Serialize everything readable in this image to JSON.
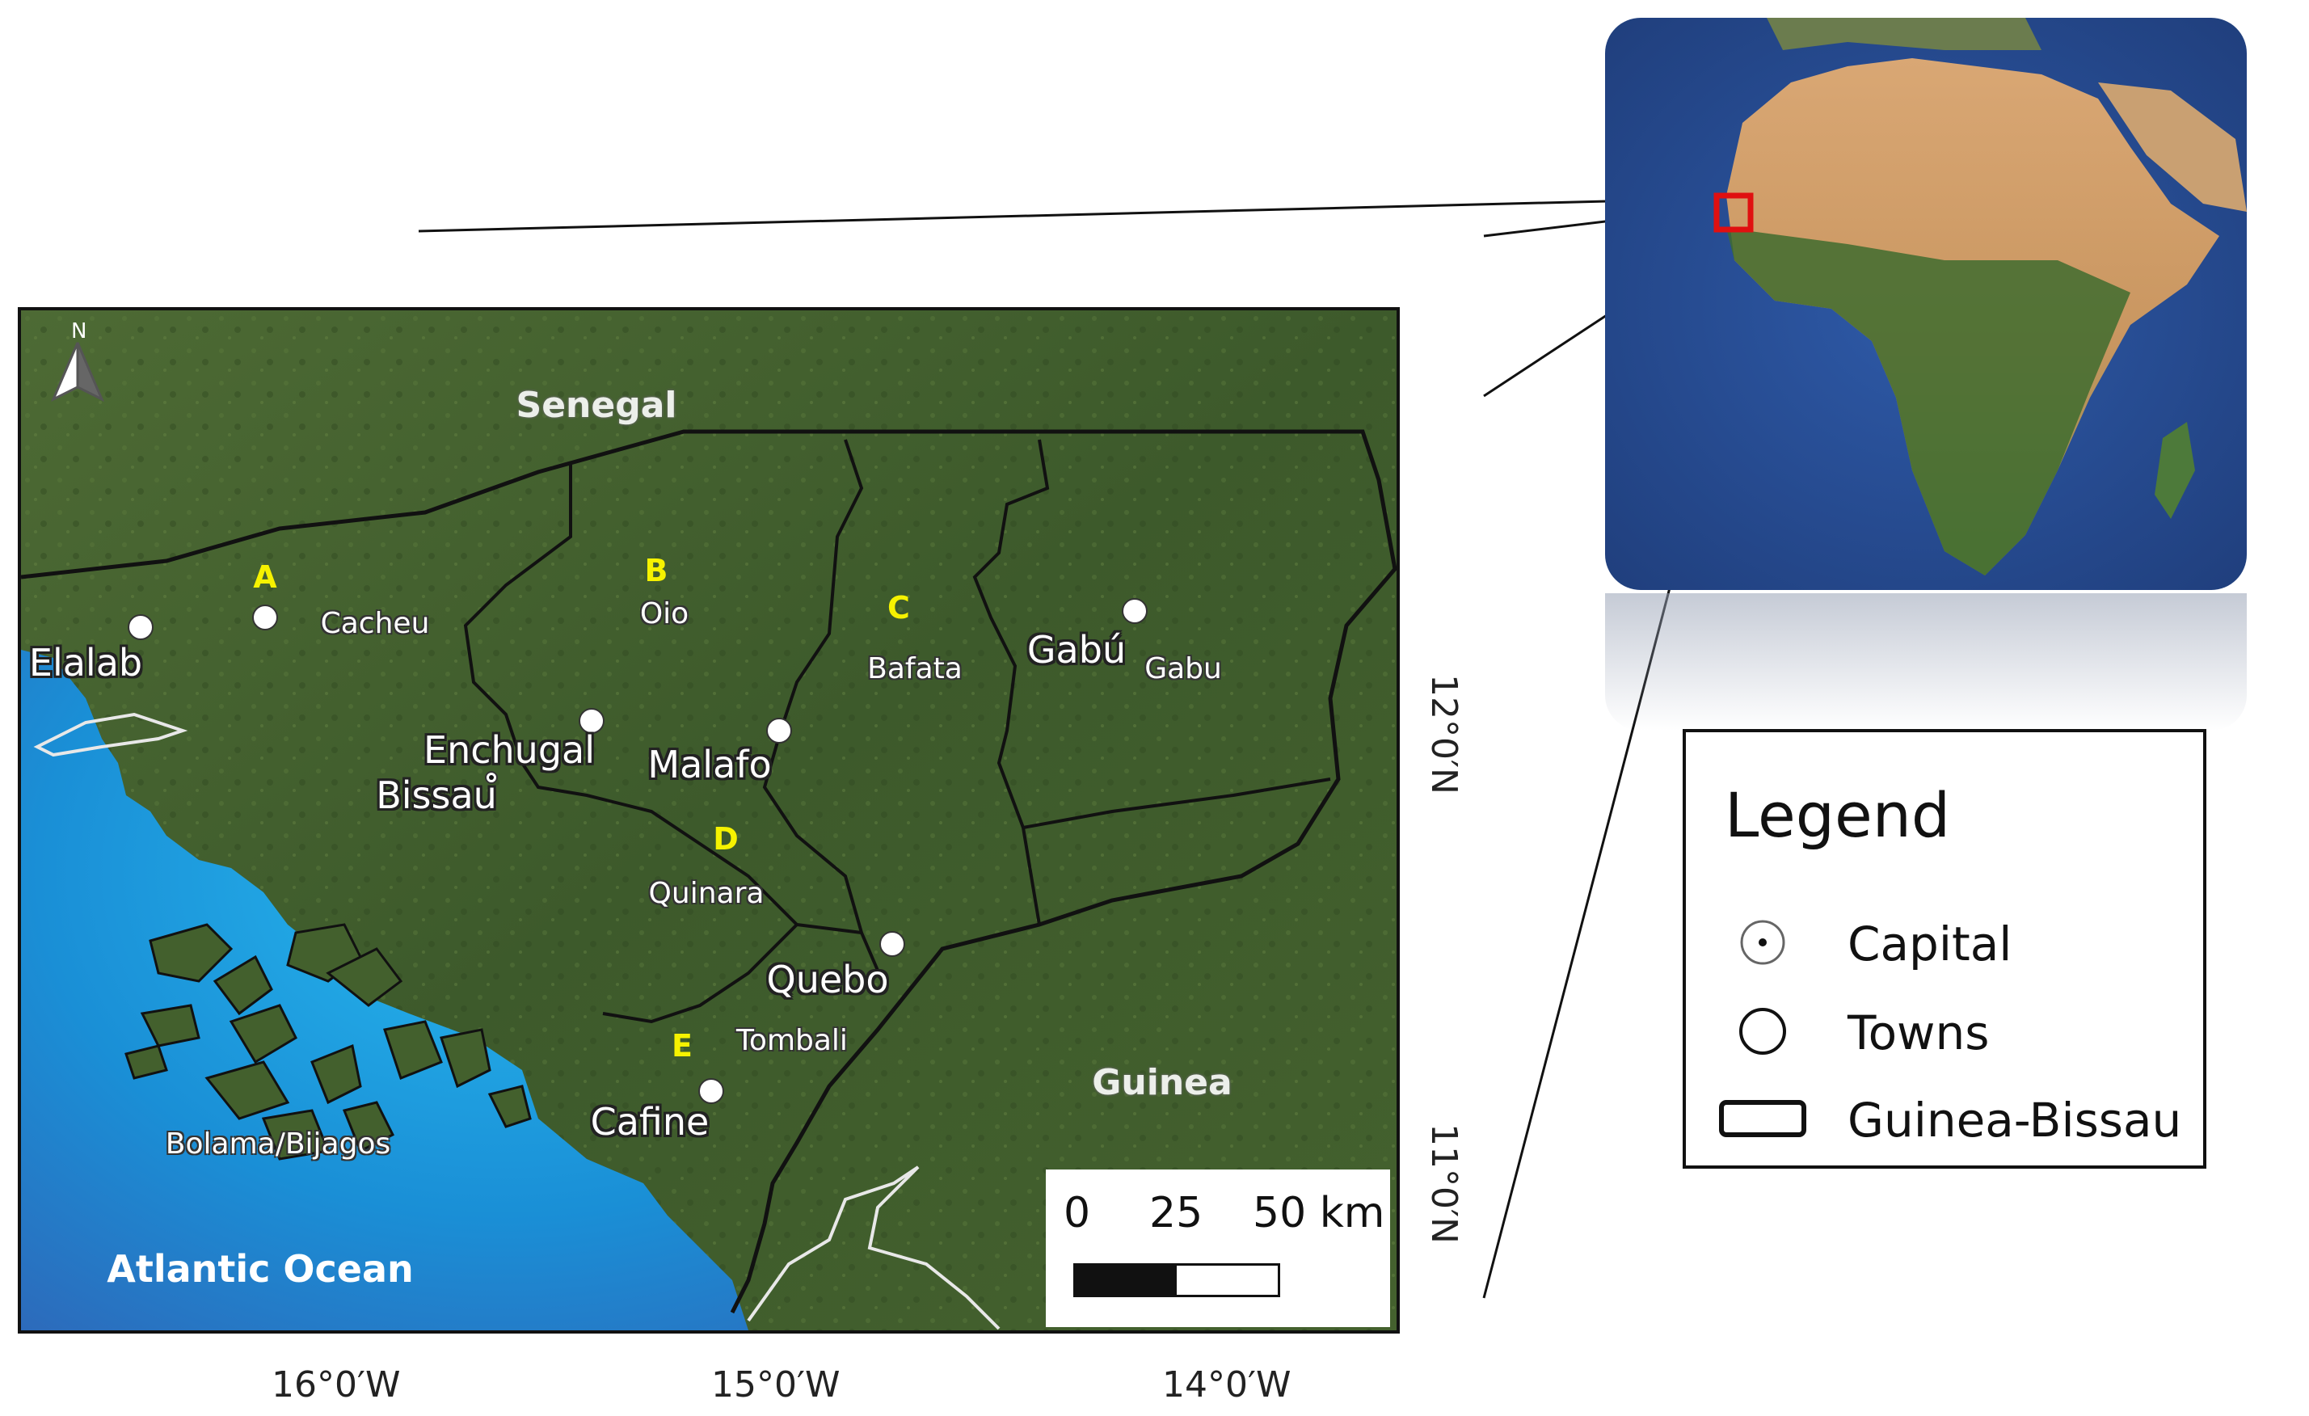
{
  "map": {
    "countries": {
      "senegal": "Senegal",
      "guinea": "Guinea"
    },
    "ocean": "Atlantic Ocean",
    "regions": [
      {
        "letter": "A",
        "name": "Cacheu"
      },
      {
        "letter": "B",
        "name": "Oio"
      },
      {
        "letter": "C",
        "name": "Bafata"
      },
      {
        "letter": "",
        "name": "Gabu"
      },
      {
        "letter": "D",
        "name": "Quinara"
      },
      {
        "letter": "E",
        "name": "Tombali"
      },
      {
        "letter": "",
        "name": "Bolama/Bijagos"
      }
    ],
    "towns": [
      "Elalab",
      "Enchugal",
      "Malafo",
      "Gabú",
      "Quebo",
      "Cafine"
    ],
    "capital": "Bissau",
    "north_label": "N",
    "axes": {
      "x_ticks": [
        "16°0′W",
        "15°0′W",
        "14°0′W"
      ],
      "y_ticks": [
        "12°0′N",
        "11°0′N"
      ]
    },
    "scalebar": {
      "ticks": [
        "0",
        "25",
        "50 km"
      ]
    }
  },
  "legend": {
    "title": "Legend",
    "items": [
      {
        "symbol": "capital-dot-icon",
        "label": "Capital"
      },
      {
        "symbol": "town-circle-icon",
        "label": "Towns"
      },
      {
        "symbol": "boundary-rect-icon",
        "label": "Guinea-Bissau"
      }
    ]
  },
  "colors": {
    "land": "#3f5b2c",
    "ocean_shallow": "#1ba7e0",
    "ocean_deep": "#3a4fa8",
    "region_letter": "#f6f200",
    "inset_highlight": "#e01010"
  }
}
